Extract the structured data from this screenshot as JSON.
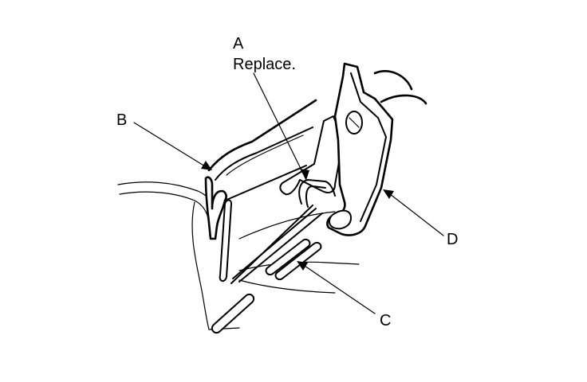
{
  "callouts": {
    "a": {
      "letter": "A",
      "note": "Replace."
    },
    "b": {
      "letter": "B"
    },
    "c": {
      "letter": "C"
    },
    "d": {
      "letter": "D"
    }
  },
  "colors": {
    "ink": "#000000",
    "background": "#ffffff"
  }
}
